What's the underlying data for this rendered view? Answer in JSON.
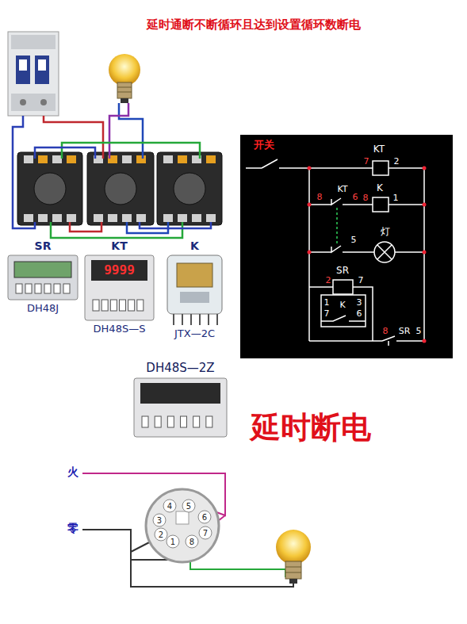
{
  "diagram": {
    "title": "延时通断不断循环且达到设置循环数断电",
    "nodes": [
      {
        "text": [
          "SR",
          "DH48J"
        ]
      },
      {
        "text": [
          "KT",
          "9999",
          "DH48S—S"
        ]
      },
      {
        "text": [
          "K",
          "JTX—2C"
        ]
      },
      {
        "text": [
          "DH48S—2Z"
        ]
      }
    ],
    "labels": [
      "开关",
      "KT",
      "7",
      "2",
      "K",
      "8",
      "1",
      "KT",
      "8",
      "6",
      "5",
      "灯",
      "SR",
      "2",
      "7",
      "1",
      "3",
      "7",
      "K",
      "6",
      "8",
      "SR",
      "5",
      "延时断电",
      "火",
      "零",
      "1",
      "2",
      "3",
      "4",
      "5",
      "6",
      "7",
      "8"
    ]
  }
}
